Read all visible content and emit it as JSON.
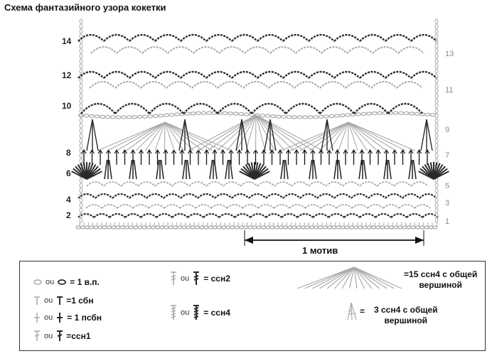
{
  "title": "Схема фантазийного узора кокетки",
  "row_labels_left": [
    "14",
    "12",
    "10",
    "8",
    "6",
    "4",
    "2"
  ],
  "row_labels_right": [
    "13",
    "11",
    "9",
    "7",
    "5",
    "3",
    "1"
  ],
  "motif_label": "1 мотив",
  "legend": {
    "or_word": "ou",
    "ch": "= 1 в.п.",
    "sc": "=1 сбн",
    "hsc": "= 1 псбн",
    "dc1": "=ссн1",
    "dc2": "= ссн2",
    "dc4": "= ссн4",
    "fan15_line1": "15 ссн4 с общей",
    "fan15_line2": "вершиной",
    "fan15_prefix": "=",
    "fan3_line1": "3 ссн4 с общей",
    "fan3_line2": "вершиной",
    "fan3_prefix": "="
  },
  "colors": {
    "dark": "#2b2b2b",
    "light": "#a9a9a9",
    "ink": "#111111"
  }
}
